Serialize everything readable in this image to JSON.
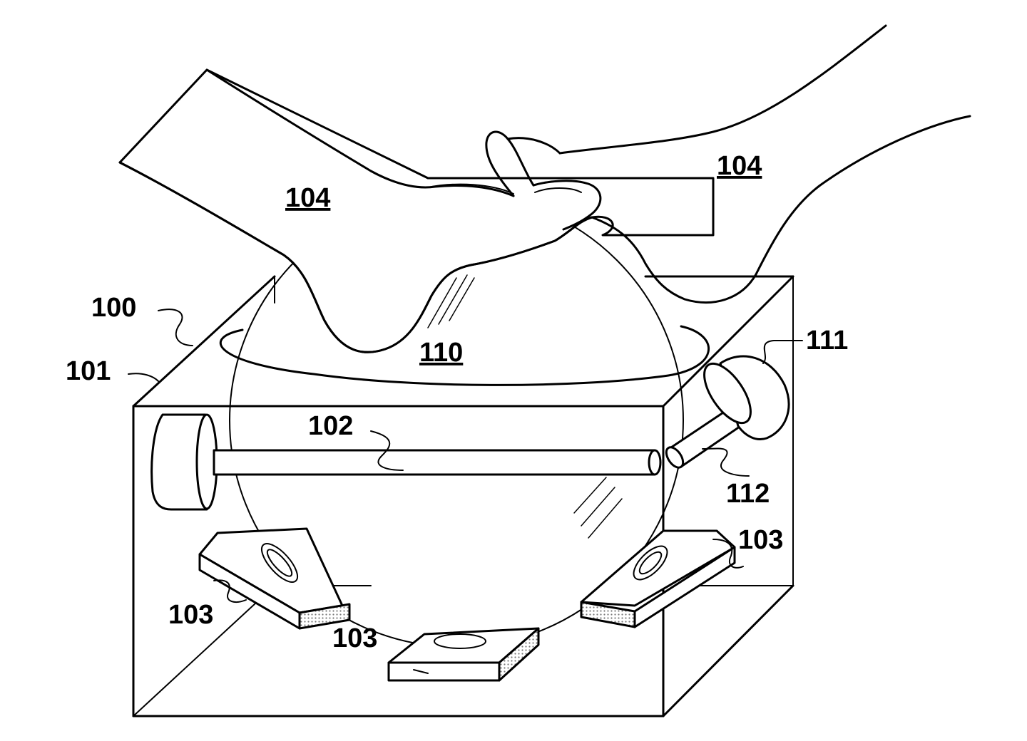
{
  "labels": {
    "box": "100",
    "box_edge": "101",
    "shaft": "102",
    "rollers": "103",
    "hand": "104",
    "sphere": "110",
    "encoder": "111",
    "coupling": "112"
  },
  "colors": {
    "line": "#000000",
    "background": "#ffffff",
    "stipple": "#b0b0b0"
  }
}
